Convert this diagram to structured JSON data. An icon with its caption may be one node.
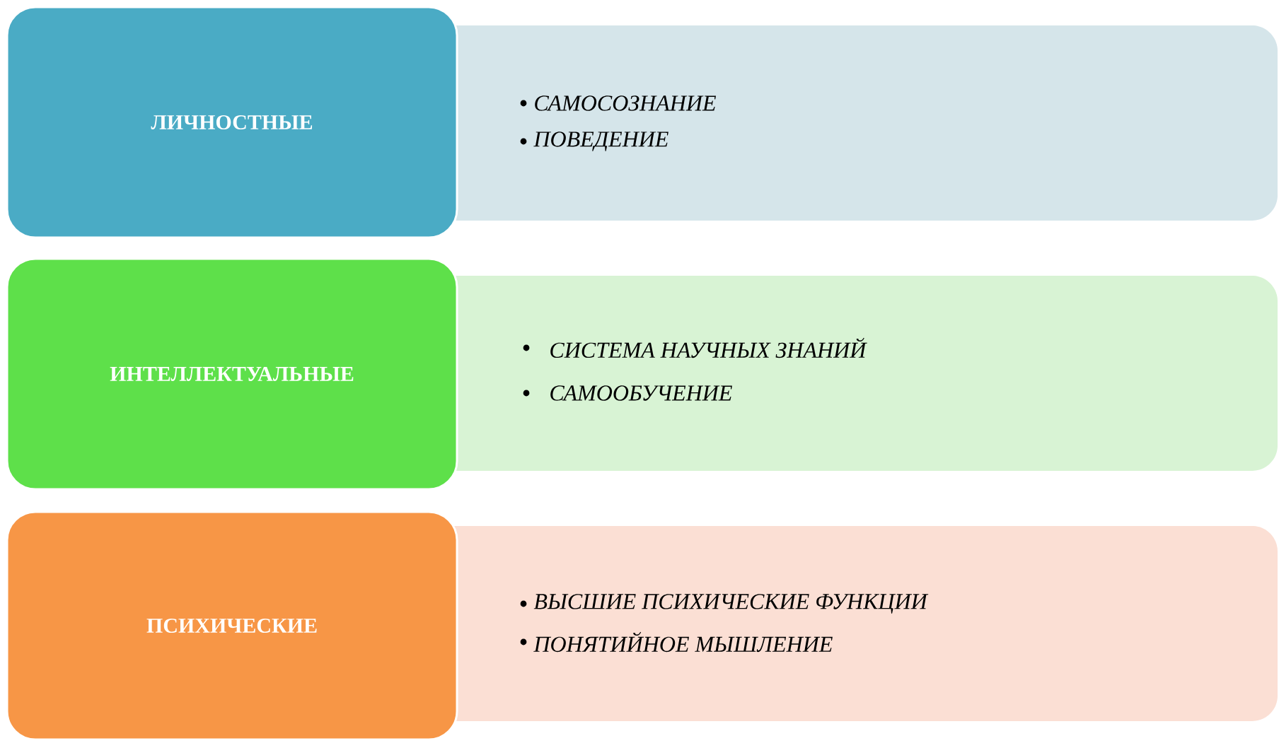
{
  "diagram": {
    "nodes": [
      {
        "text": [
          "ЛИЧНОСТНЫЕ"
        ]
      },
      {
        "text": [
          "САМОСОЗНАНИЕ",
          "ПОВЕДЕНИЕ"
        ]
      },
      {
        "text": [
          "ИНТЕЛЛЕКТУАЛЬНЫЕ"
        ]
      },
      {
        "text": [
          "СИСТЕМА НАУЧНЫХ ЗНАНИЙ",
          "САМООБУЧЕНИЕ"
        ]
      },
      {
        "text": [
          "ПСИХИЧЕСКИЕ"
        ]
      },
      {
        "text": [
          "ВЫСШИЕ ПСИХИЧЕСКИЕ ФУНКЦИИ",
          "ПОНЯТИЙНОЕ МЫШЛЕНИЕ"
        ]
      }
    ]
  }
}
